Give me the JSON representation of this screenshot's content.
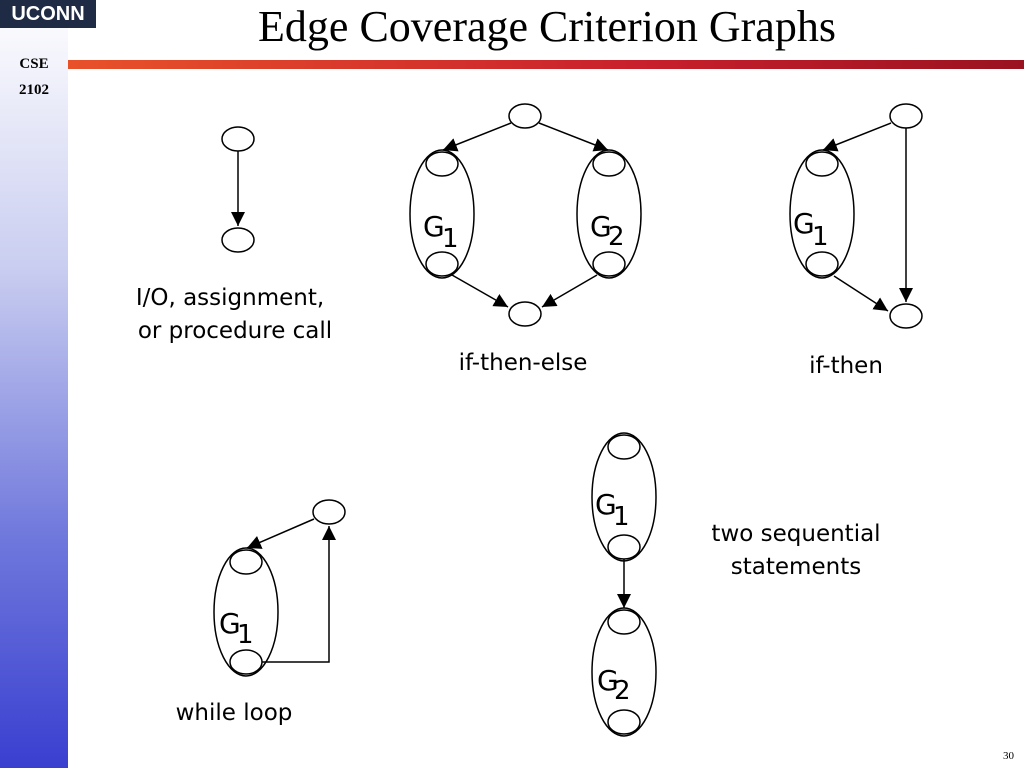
{
  "header": {
    "logo_text": "UCONN",
    "course_line1": "CSE",
    "course_line2": "2102",
    "title": "Edge Coverage  Criterion Graphs"
  },
  "diagrams": {
    "basic": {
      "caption_line1": "I/O, assignment,",
      "caption_line2": "or procedure call"
    },
    "if_then_else": {
      "caption": "if-then-else",
      "g1": "G",
      "g1_sub": "1",
      "g2": "G",
      "g2_sub": "2"
    },
    "if_then": {
      "caption": "if-then",
      "g1": "G",
      "g1_sub": "1"
    },
    "while_loop": {
      "caption": "while loop",
      "g1": "G",
      "g1_sub": "1"
    },
    "sequential": {
      "caption_line1": "two sequential",
      "caption_line2": "statements",
      "g1": "G",
      "g1_sub": "1",
      "g2": "G",
      "g2_sub": "2"
    }
  },
  "footer": {
    "page_number": "30"
  }
}
